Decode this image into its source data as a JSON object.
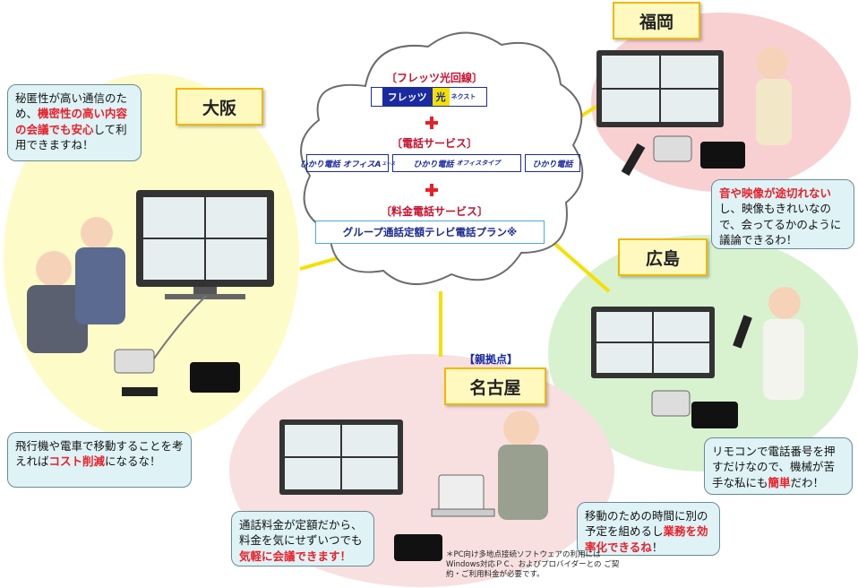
{
  "cloud": {
    "sec1": "〔フレッツ光回線〕",
    "logo_flets_a": "フレッツ",
    "logo_flets_b": "光",
    "logo_flets_c": "ネクスト",
    "sec2": "〔電話サービス〕",
    "logo_phone1_a": "ひかり電話",
    "logo_phone1_b": "オフィスA",
    "logo_phone1_c": "エース",
    "logo_phone2_a": "ひかり電話",
    "logo_phone2_b": "オフィスタイプ",
    "logo_phone3": "ひかり電話",
    "sec3": "〔料金電話サービス〕",
    "plan": "グループ通話定額テレビ電話プラン※"
  },
  "cities": {
    "osaka": "大阪",
    "fukuoka": "福岡",
    "hiroshima": "広島",
    "nagoya": "名古屋"
  },
  "nagoya_badge": "【親拠点】",
  "bubbles": {
    "osaka_top": {
      "p1": "秘匿性が高い通信のため、",
      "red": "機密性の高い内容の会議でも安心",
      "p2": "して利用できますね！"
    },
    "osaka_bottom": {
      "p1": "飛行機や電車で移動することを考えれば",
      "red": "コスト削減",
      "p2": "になるな！"
    },
    "fukuoka": {
      "red": "音や映像が途切れない",
      "p2": "し、映像もきれいなので、会ってるかのように議論できるわ！"
    },
    "hiroshima": {
      "p1": "リモコンで電話番号を押すだけなので、機械が苦手な私にも",
      "red": "簡単",
      "p2": "だわ！"
    },
    "nagoya_left": {
      "p1": "通話料金が定額だから、料金を気にせずいつでも",
      "red": "気軽に会議できます！"
    },
    "nagoya_right": {
      "p1": "移動のための時間に別の予定を組めるし",
      "red": "業務を効率化できるね",
      "p2": "！"
    }
  },
  "footnote": "＊PC向け多地点接続ソフトウェアの利用には Windows対応ＰＣ、およびプロバイダーとの ご契約・ご利用料金が必要です。",
  "colors": {
    "accent_red": "#e8202a",
    "link_yellow": "#f5e000",
    "osaka_fill": "#fdfbc8",
    "fukuoka_fill": "#f8d0d2",
    "hiroshima_fill": "#d8f2d0",
    "nagoya_fill": "#f8e0e0"
  }
}
